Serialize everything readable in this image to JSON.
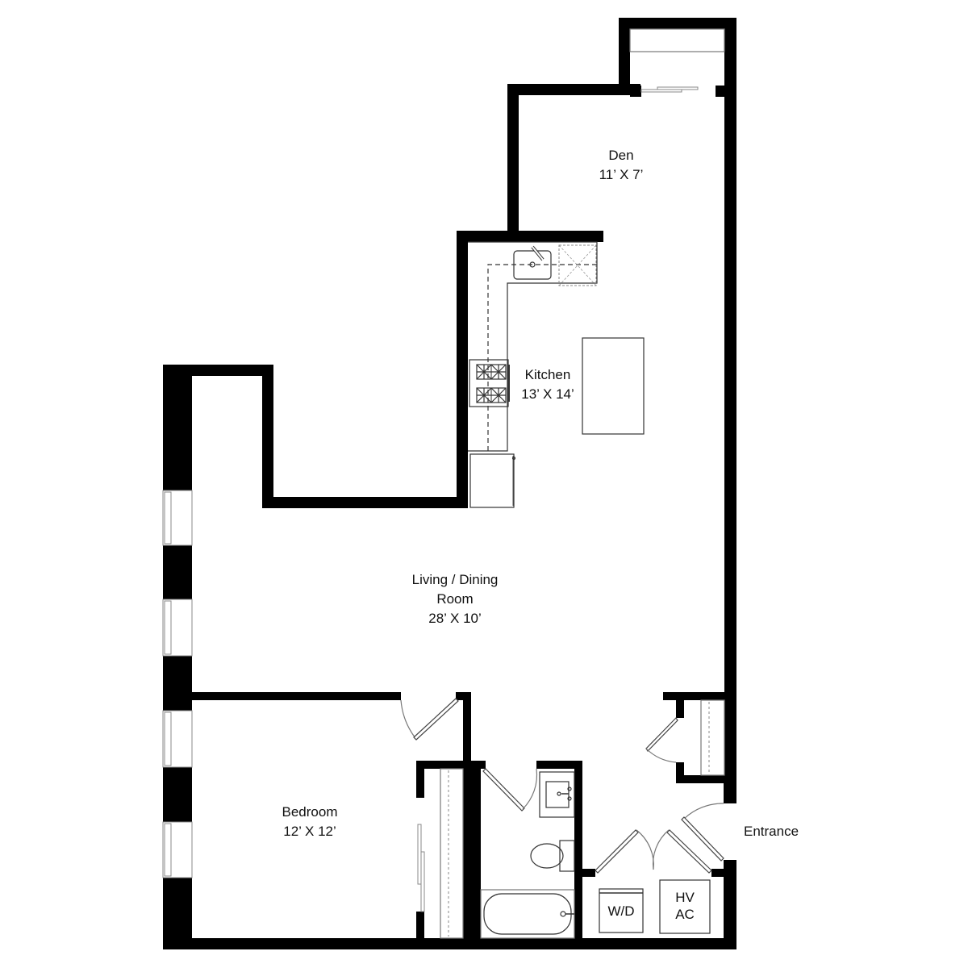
{
  "floor_plan": {
    "rooms": [
      {
        "id": "den",
        "name": "Den",
        "dimensions": "11’ X 7’"
      },
      {
        "id": "kitchen",
        "name": "Kitchen",
        "dimensions": "13’ X 14’"
      },
      {
        "id": "living",
        "name_line1": "Living / Dining",
        "name_line2": "Room",
        "dimensions": "28’ X 10’"
      },
      {
        "id": "bedroom",
        "name": "Bedroom",
        "dimensions": "12’ X 12’"
      }
    ],
    "labels": {
      "entrance": "Entrance",
      "washer_dryer": "W/D",
      "hvac_line1": "HV",
      "hvac_line2": "AC"
    },
    "colors": {
      "wall": "#000000",
      "background": "#ffffff",
      "fixture_stroke": "#333333"
    }
  }
}
